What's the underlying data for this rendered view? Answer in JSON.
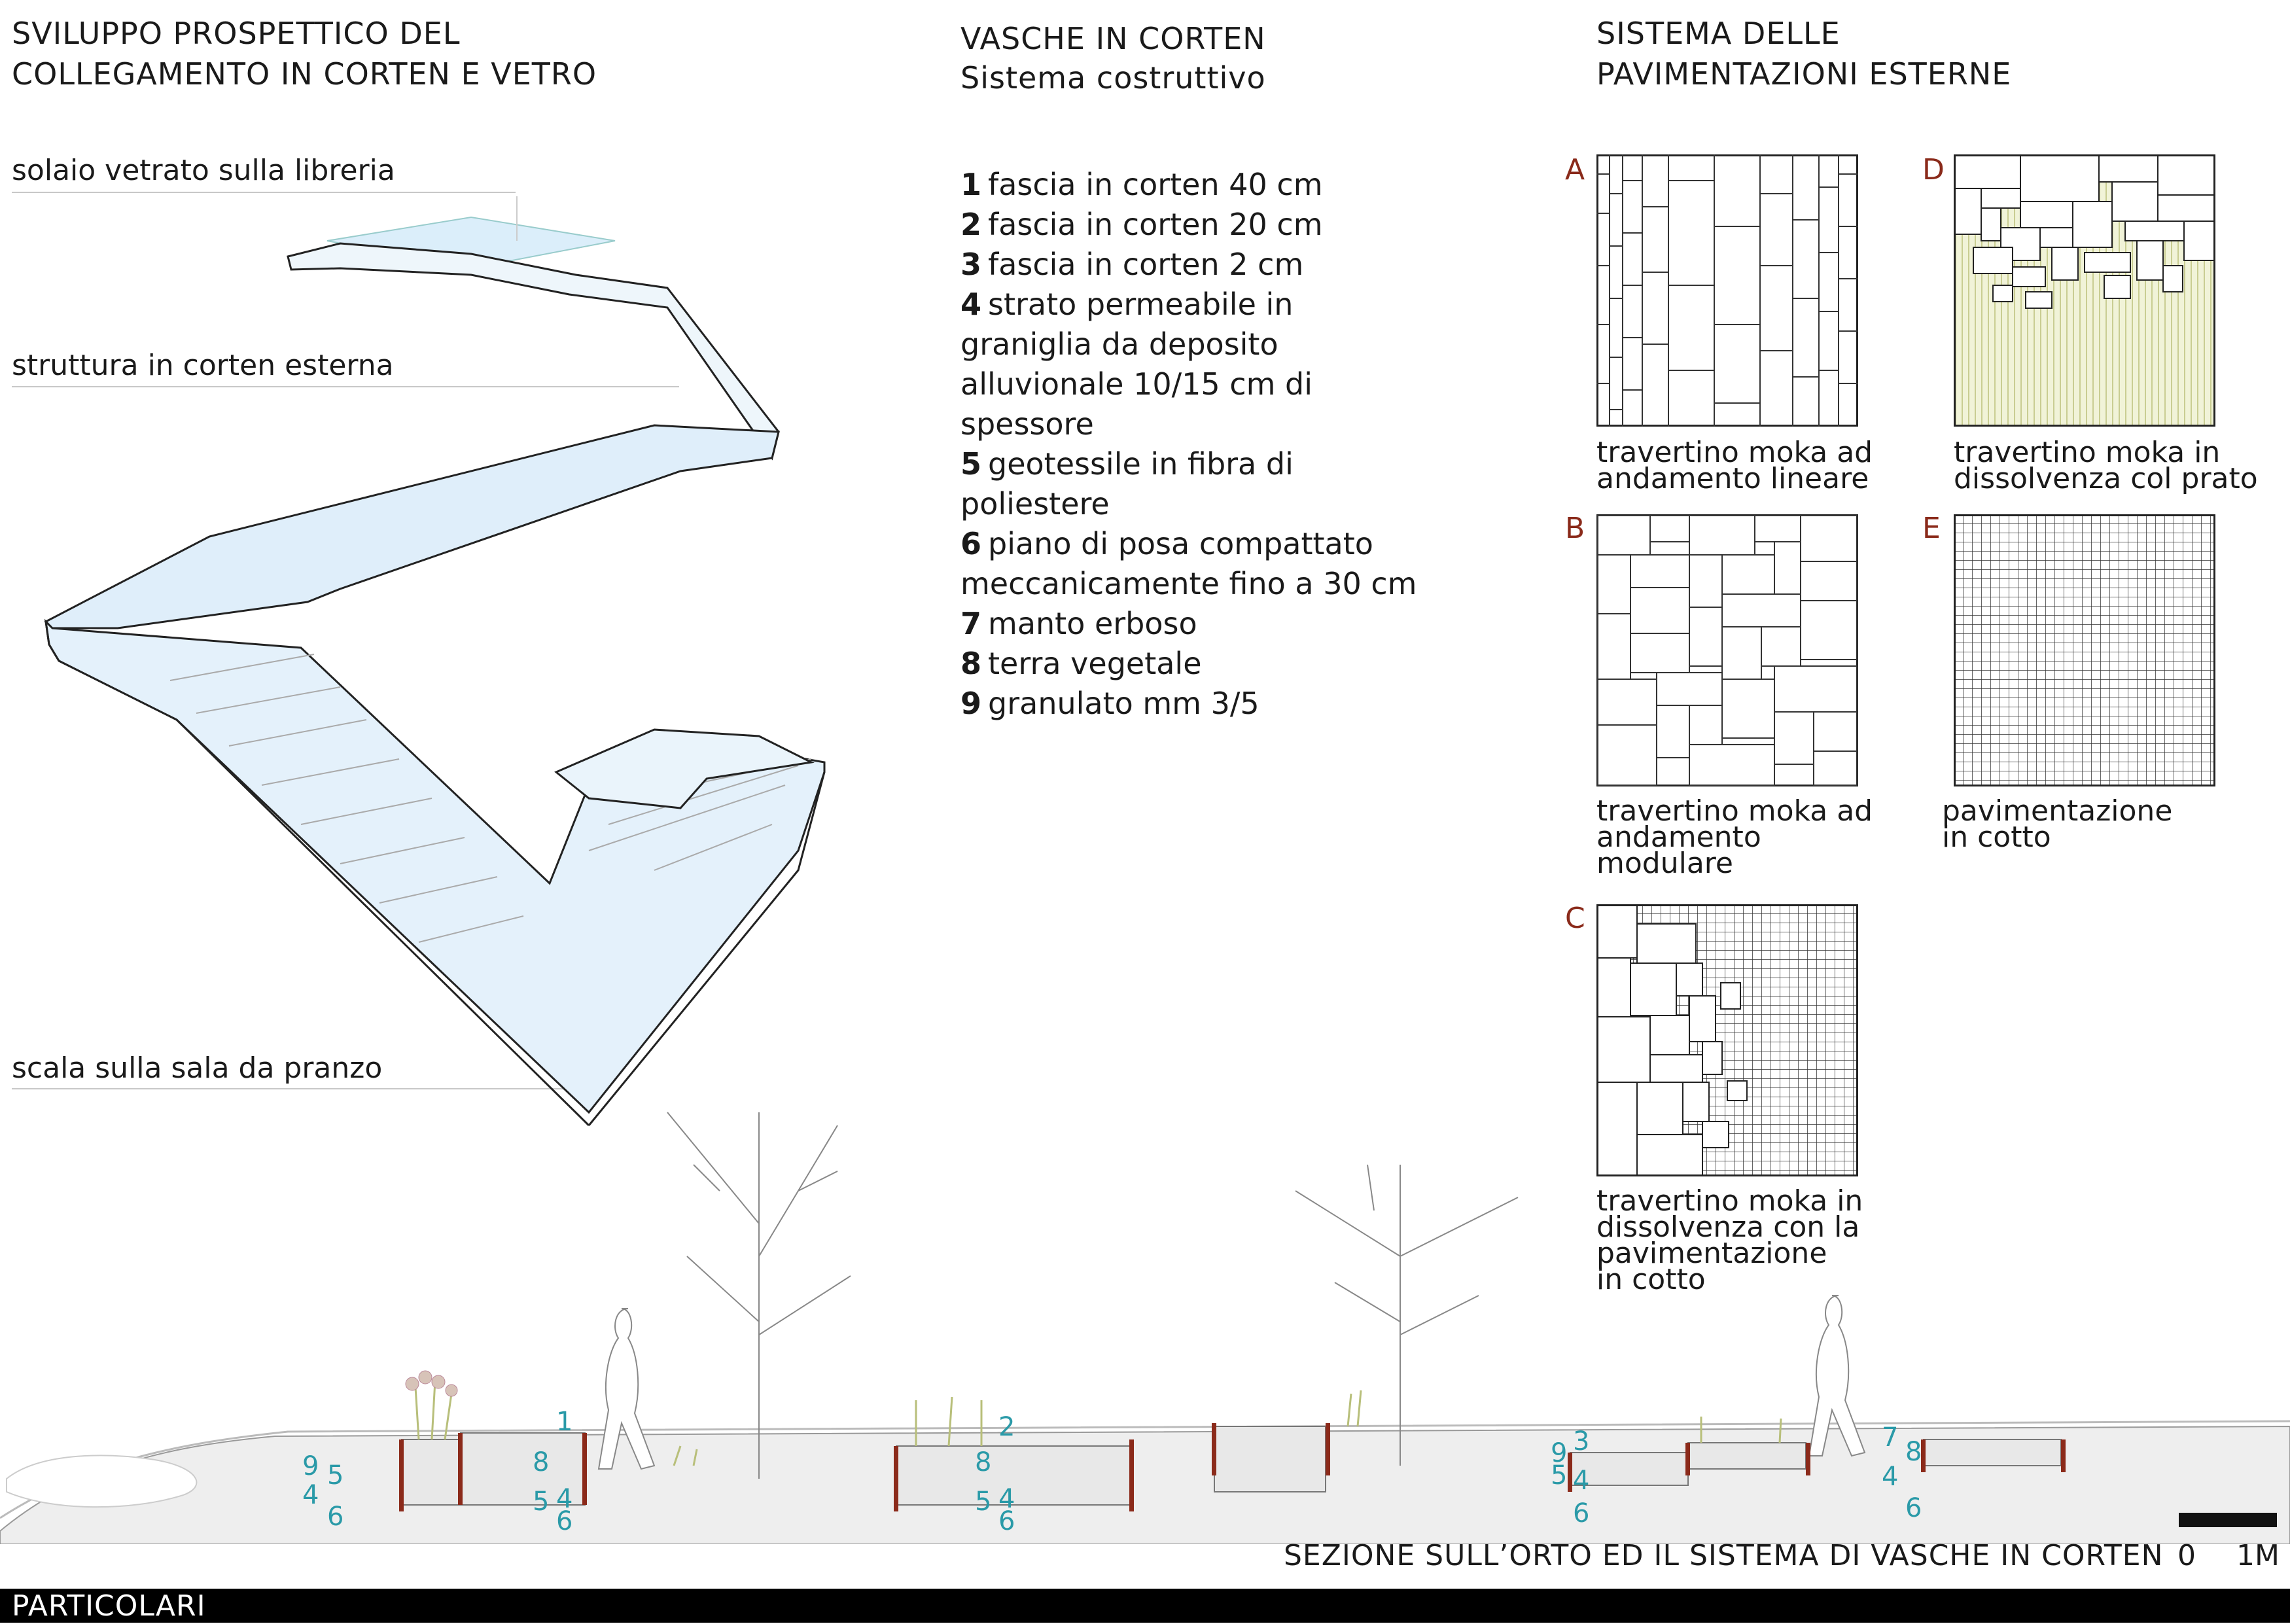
{
  "perspective": {
    "title_line1": "SVILUPPO PROSPETTICO DEL",
    "title_line2": "COLLEGAMENTO IN CORTEN E VETRO",
    "label_glass": "solaio vetrato sulla libreria",
    "label_structure": "struttura in corten esterna",
    "label_stair": "scala sulla sala da pranzo"
  },
  "vasche": {
    "title": "VASCHE IN CORTEN",
    "subtitle": "Sistema costruttivo",
    "items": [
      {
        "num": "1",
        "text": "fascia in corten 40 cm"
      },
      {
        "num": "2",
        "text": "fascia in corten 20 cm"
      },
      {
        "num": "3",
        "text": "fascia in corten 2 cm"
      },
      {
        "num": "4",
        "text": "strato permeabile in"
      },
      {
        "num": "",
        "text": "graniglia da deposito"
      },
      {
        "num": "",
        "text": "alluvionale 10/15 cm di"
      },
      {
        "num": "",
        "text": "spessore"
      },
      {
        "num": "5",
        "text": "geotessile in fibra di"
      },
      {
        "num": "",
        "text": "poliestere"
      },
      {
        "num": "6",
        "text": "piano di posa compattato"
      },
      {
        "num": "",
        "text": "meccanicamente fino a 30 cm"
      },
      {
        "num": "7",
        "text": "manto erboso"
      },
      {
        "num": "8",
        "text": "terra vegetale"
      },
      {
        "num": "9",
        "text": "granulato mm 3/5"
      }
    ]
  },
  "pavimentazioni": {
    "title_line1": "SISTEMA DELLE",
    "title_line2": "PAVIMENTAZIONI ESTERNE",
    "A": {
      "letter": "A",
      "caption1": "travertino moka ad",
      "caption2": "andamento lineare"
    },
    "B": {
      "letter": "B",
      "caption1": "travertino moka ad",
      "caption2": "andamento",
      "caption3": "modulare"
    },
    "C": {
      "letter": "C",
      "caption1": "travertino moka in",
      "caption2": "dissolvenza con la",
      "caption3": "pavimentazione",
      "caption4": "in cotto"
    },
    "D": {
      "letter": "D",
      "caption1": "travertino moka in",
      "caption2": "dissolvenza col prato"
    },
    "E": {
      "letter": "E",
      "caption1": "pavimentazione",
      "caption2": "in cotto"
    }
  },
  "section": {
    "title": "SEZIONE SULL’ORTO ED IL SISTEMA DI VASCHE IN CORTEN",
    "scale_zero": "0",
    "scale_one": "1M",
    "numbers": [
      "9",
      "5",
      "4",
      "6",
      "1",
      "8",
      "5",
      "4",
      "6",
      "2",
      "8",
      "5",
      "4",
      "6",
      "3",
      "9",
      "5",
      "4",
      "6",
      "7",
      "8",
      "4",
      "6"
    ]
  },
  "footer": {
    "label": "PARTICOLARI"
  },
  "colors": {
    "corten": "#8b2a1a",
    "teal": "#2a9aa8",
    "glass": "#dbeefa",
    "grass": "#d9dcae"
  }
}
